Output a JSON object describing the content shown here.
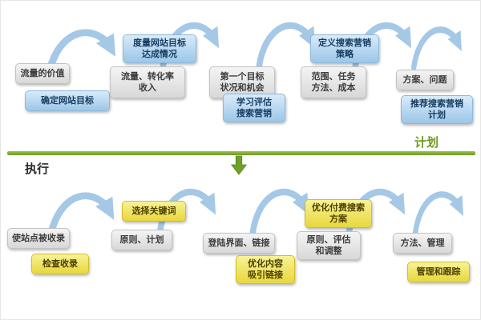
{
  "diagram": {
    "plan": {
      "label": "计划",
      "boxes": [
        {
          "name": "traffic-value",
          "text": "流量的价值",
          "type": "gray"
        },
        {
          "name": "define-website-goals",
          "text": "确定网站目标",
          "type": "blue"
        },
        {
          "name": "measure-goal-achievement",
          "text": "度量网站目标\n达成情况",
          "type": "blue"
        },
        {
          "name": "traffic-conversion-revenue",
          "text": "流量、转化率\n收入",
          "type": "gray"
        },
        {
          "name": "first-goal-status",
          "text": "第一个目标\n状况和机会",
          "type": "gray"
        },
        {
          "name": "learn-evaluate-sem",
          "text": "学习评估\n搜索营销",
          "type": "blue"
        },
        {
          "name": "define-sem-strategy",
          "text": "定义搜索营销\n策略",
          "type": "blue"
        },
        {
          "name": "scope-tasks-cost",
          "text": "范围、任务\n方法、成本",
          "type": "gray"
        },
        {
          "name": "plan-issues",
          "text": "方案、问题",
          "type": "gray"
        },
        {
          "name": "recommend-sem-plan",
          "text": "推荐搜索营销\n计划",
          "type": "blue"
        }
      ]
    },
    "execute": {
      "label": "执行",
      "boxes": [
        {
          "name": "get-site-indexed",
          "text": "使站点被收录",
          "type": "gray"
        },
        {
          "name": "check-indexing",
          "text": "检查收录",
          "type": "yellow"
        },
        {
          "name": "choose-keywords",
          "text": "选择关键词",
          "type": "yellow"
        },
        {
          "name": "principles-plan",
          "text": "原则、计划",
          "type": "gray"
        },
        {
          "name": "landing-page-links",
          "text": "登陆界面、链接",
          "type": "gray"
        },
        {
          "name": "optimize-content-links",
          "text": "优化内容\n吸引链接",
          "type": "yellow"
        },
        {
          "name": "optimize-paid-search",
          "text": "优化付费搜索\n方案",
          "type": "yellow"
        },
        {
          "name": "principles-eval-adjust",
          "text": "原则、评估\n和调整",
          "type": "gray"
        },
        {
          "name": "methods-management",
          "text": "方法、管理",
          "type": "gray"
        },
        {
          "name": "manage-track",
          "text": "管理和跟踪",
          "type": "yellow"
        }
      ]
    },
    "colors": {
      "divider_green": "#6e9a24",
      "arrow_blue": "#a5c8e6",
      "blue_box": "#9cc6e8",
      "yellow_box": "#e8d73c",
      "gray_box": "#d8d8d8"
    }
  }
}
